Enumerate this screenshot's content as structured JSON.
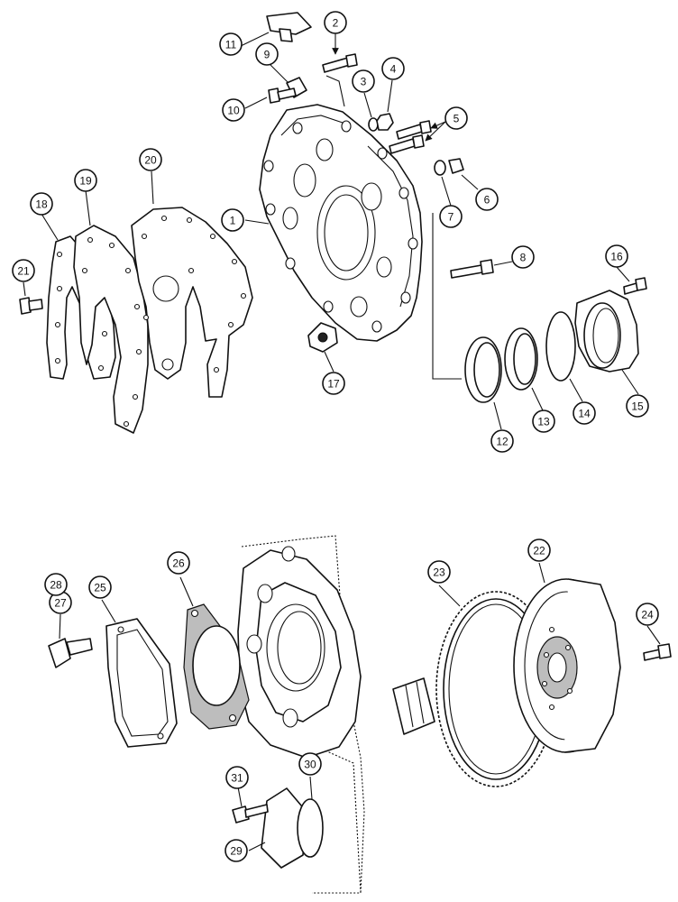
{
  "callouts": [
    "1",
    "2",
    "3",
    "4",
    "5",
    "6",
    "7",
    "8",
    "9",
    "10",
    "11",
    "12",
    "13",
    "14",
    "15",
    "16",
    "17",
    "18",
    "19",
    "20",
    "21",
    "22",
    "23",
    "24",
    "25",
    "26",
    "27",
    "28",
    "29",
    "30",
    "31"
  ]
}
